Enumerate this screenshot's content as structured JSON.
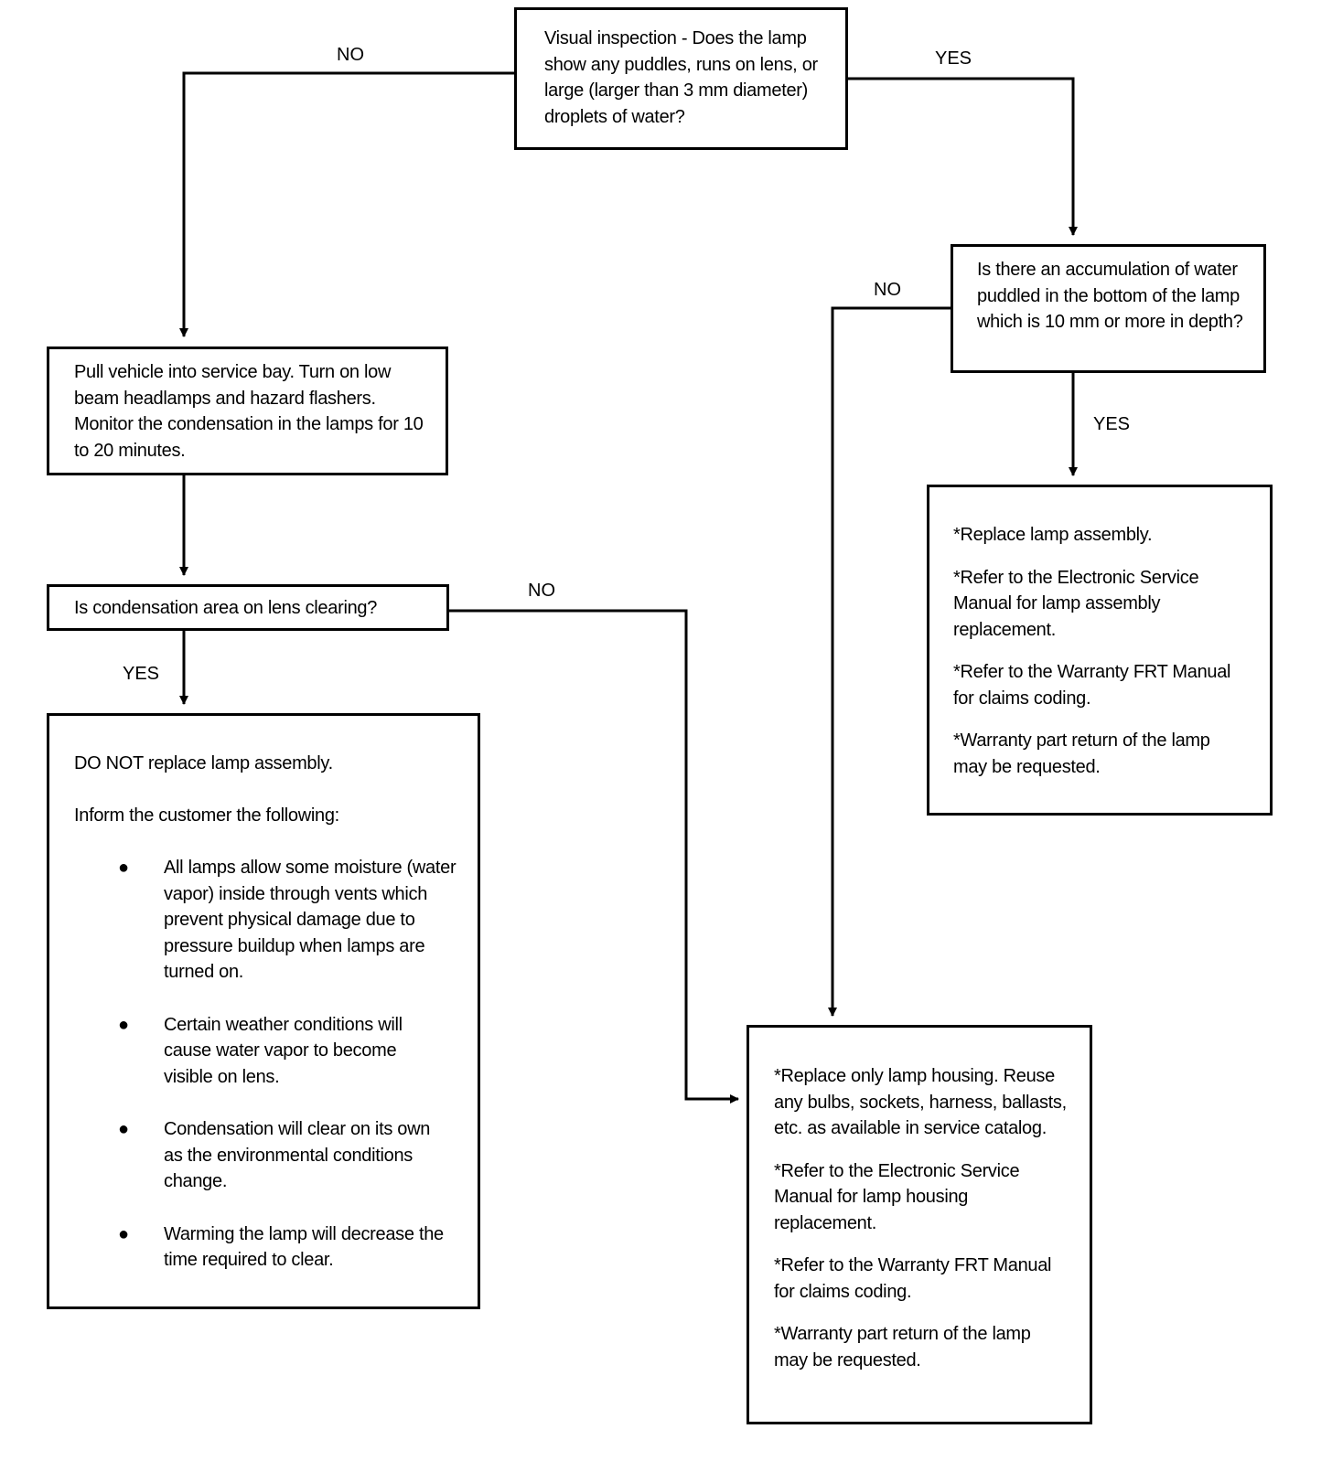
{
  "boxes": {
    "visual_inspection": "Visual inspection - Does the lamp show any puddles, runs on lens, or large (larger than 3 mm diameter) droplets of water?",
    "pull_vehicle": "Pull vehicle into service bay. Turn on low beam headlamps and hazard flashers. Monitor the condensation in the lamps for 10 to 20 minutes.",
    "condensation_clearing": "Is condensation area on lens clearing?",
    "accumulation_question": "Is there an accumulation of water puddled in the bottom of the lamp which is 10 mm or more in depth?",
    "do_not_replace": {
      "heading": "DO NOT replace lamp assembly.",
      "intro": "Inform the customer the following:",
      "bullets": [
        "All lamps allow some moisture (water vapor) inside through vents which prevent physical damage due to pressure buildup when lamps are turned on.",
        "Certain weather conditions will cause water vapor to become visible on lens.",
        "Condensation will clear on its own as the environmental conditions change.",
        "Warming the lamp will decrease the time required to clear."
      ]
    },
    "replace_assembly": [
      "*Replace lamp assembly.",
      "*Refer to the Electronic Service Manual for lamp assembly replacement.",
      "*Refer to the Warranty FRT Manual for claims coding.",
      "*Warranty part return of the lamp may be requested."
    ],
    "replace_housing": [
      "*Replace only lamp housing. Reuse any bulbs, sockets, harness, ballasts, etc. as available in service catalog.",
      "*Refer to the Electronic Service Manual for lamp housing replacement.",
      "*Refer to the Warranty FRT Manual for claims coding.",
      "*Warranty part return of the lamp may be requested."
    ]
  },
  "labels": {
    "visual_no": "NO",
    "visual_yes": "YES",
    "accumulation_no": "NO",
    "accumulation_yes": "YES",
    "clearing_no": "NO",
    "clearing_yes": "YES"
  }
}
